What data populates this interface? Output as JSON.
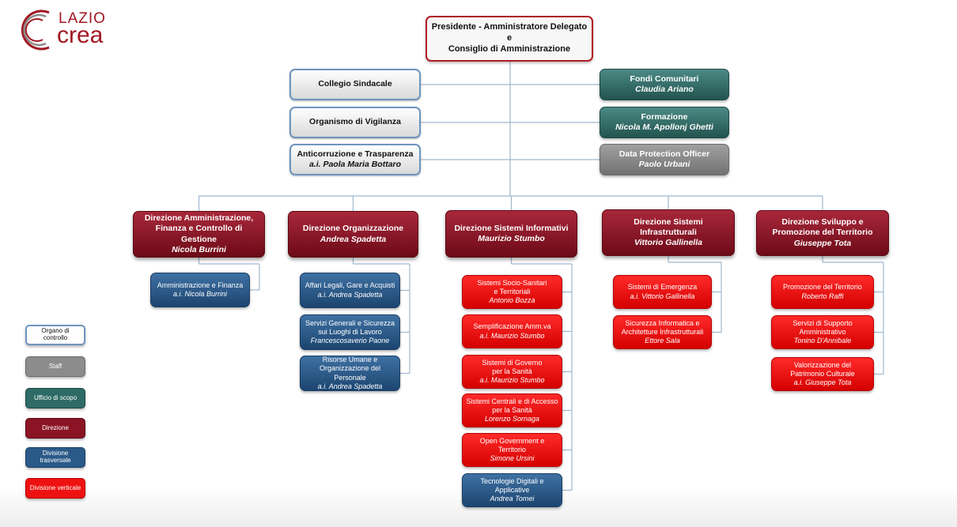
{
  "logo": {
    "line1": "LAZIO",
    "line2": "crea"
  },
  "president": [
    "Presidente - Amministratore Delegato",
    "e",
    "Consiglio di Amministrazione"
  ],
  "control": [
    {
      "title": "Collegio Sindacale",
      "name": ""
    },
    {
      "title": "Organismo di Vigilanza",
      "name": ""
    },
    {
      "title": "Anticorruzione e Trasparenza",
      "name": "a.i. Paola Maria Bottaro"
    }
  ],
  "scope": [
    {
      "title": "Fondi Comunitari",
      "name": "Claudia Ariano"
    },
    {
      "title": "Formazione",
      "name": "Nicola M. Apollonj Ghetti"
    }
  ],
  "staff": [
    {
      "title": "Data Protection Officer",
      "name": "Paolo Urbani"
    }
  ],
  "directions": [
    {
      "title": [
        "Direzione Amministrazione,",
        "Finanza e Controllo di Gestione"
      ],
      "name": "Nicola Burrini",
      "units": [
        {
          "type": "trans",
          "title": [
            "Amministrazione e Finanza"
          ],
          "name": "a.i. Nicola Burrini"
        }
      ]
    },
    {
      "title": [
        "Direzione Organizzazione"
      ],
      "name": "Andrea Spadetta",
      "units": [
        {
          "type": "trans",
          "title": [
            "Affari Legali, Gare e Acquisti"
          ],
          "name": "a.i. Andrea Spadetta"
        },
        {
          "type": "trans",
          "title": [
            "Servizi Generali e Sicurezza",
            "sui Luoghi di Lavoro"
          ],
          "name": "Francescosaverio Paone"
        },
        {
          "type": "trans",
          "title": [
            "Risorse Umane e",
            "Organizzazione del Personale"
          ],
          "name": "a.i. Andrea Spadetta"
        }
      ]
    },
    {
      "title": [
        "Direzione Sistemi Informativi"
      ],
      "name": "Maurizio Stumbo",
      "units": [
        {
          "type": "vert",
          "title": [
            "Sistemi Socio-Sanitari",
            "e Territoriali"
          ],
          "name": "Antonio Bozza"
        },
        {
          "type": "vert",
          "title": [
            "Semplificazione Amm.va"
          ],
          "name": "a.i. Maurizio Stumbo"
        },
        {
          "type": "vert",
          "title": [
            "Sistemi di Governo",
            "per la Sanità"
          ],
          "name": "a.i. Maurizio Stumbo"
        },
        {
          "type": "vert",
          "title": [
            "Sistemi Centrali e  di Accesso",
            "per la Sanità"
          ],
          "name": "Lorenzo Sornaga"
        },
        {
          "type": "vert",
          "title": [
            "Open Government e",
            "Territorio"
          ],
          "name": "Simone Ursini"
        },
        {
          "type": "trans",
          "title": [
            "Tecnologie Digitali e",
            "Applicative"
          ],
          "name": "Andrea Tomei"
        }
      ]
    },
    {
      "title": [
        "Direzione Sistemi Infrastrutturali"
      ],
      "name": "Vittorio Gallinella",
      "units": [
        {
          "type": "vert",
          "title": [
            "Sistemi  di Emergenza"
          ],
          "name": "a.i. Vittorio Gallinella"
        },
        {
          "type": "vert",
          "title": [
            "Sicurezza Informatica e",
            "Architetture Infrastrutturali"
          ],
          "name": "Ettore Sala"
        }
      ]
    },
    {
      "title": [
        "Direzione Sviluppo e",
        "Promozione del Territorio"
      ],
      "name": "Giuseppe Tota",
      "units": [
        {
          "type": "vert",
          "title": [
            "Promozione del Territorio"
          ],
          "name": "Roberto Raffi"
        },
        {
          "type": "vert",
          "title": [
            "Servizi di Supporto",
            "Amministrativo"
          ],
          "name": "Tonino D'Annibale"
        },
        {
          "type": "vert",
          "title": [
            "Valorizzazione del",
            "Patrimonio Culturale"
          ],
          "name": "a.i. Giuseppe Tota"
        }
      ]
    }
  ],
  "legend": [
    {
      "label": "Organo di controllo",
      "bg": "#ffffff",
      "fg": "#111111",
      "border": "#6d95bf"
    },
    {
      "label": "Staff",
      "bg": "#8c8c8c",
      "fg": "#ffffff",
      "border": "#6a6a6a"
    },
    {
      "label": "Ufficio di scopo",
      "bg": "#2f6b66",
      "fg": "#ffffff",
      "border": "#1d4a46"
    },
    {
      "label": "Direzione",
      "bg": "#8a1424",
      "fg": "#ffffff",
      "border": "#5c0812"
    },
    {
      "label": "Divisione trasversale",
      "bg": "#2b5a88",
      "fg": "#ffffff",
      "border": "#183e64"
    },
    {
      "label": "Divisione verticale",
      "bg": "#ee1111",
      "fg": "#ffffff",
      "border": "#b80000"
    }
  ],
  "colors": {
    "line": "#9fb8cf",
    "direction": "#8a1424",
    "transversal": "#2b5a88",
    "vertical": "#ee1111",
    "scope": "#2f6b66",
    "staff": "#8c8c8c"
  }
}
